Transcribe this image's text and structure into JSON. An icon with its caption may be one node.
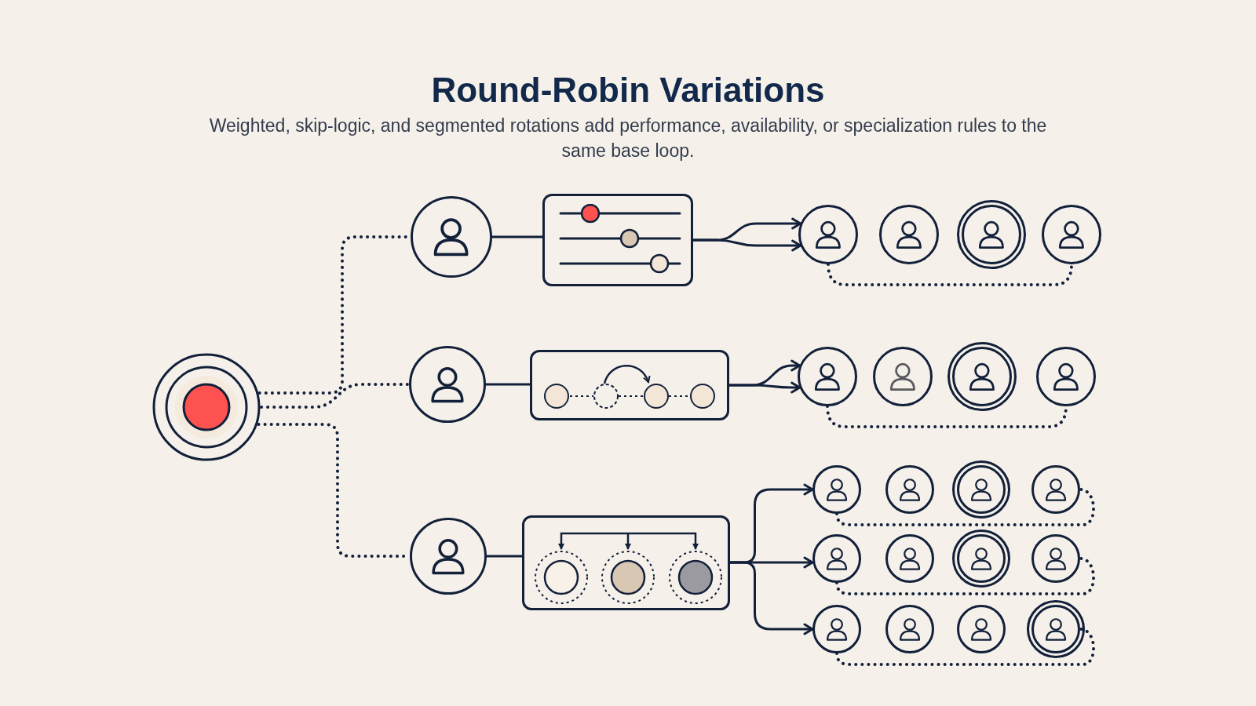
{
  "diagram": {
    "title": "Round-Robin Variations",
    "caption": "Weighted, skip-logic, and segmented rotations add performance, availability, or specialization rules to the same base loop.",
    "nodes": [
      {
        "text": [],
        "shape": "circle"
      },
      {
        "text": [],
        "shape": "person"
      },
      {
        "text": [],
        "shape": "person"
      },
      {
        "text": [],
        "shape": "person"
      },
      {
        "text": [],
        "shape": "box"
      },
      {
        "text": [],
        "shape": "box"
      },
      {
        "text": [],
        "shape": "box"
      },
      {
        "text": [],
        "shape": "person"
      },
      {
        "text": [],
        "shape": "person"
      },
      {
        "text": [],
        "shape": "person"
      },
      {
        "text": [],
        "shape": "person"
      },
      {
        "text": [],
        "shape": "person"
      },
      {
        "text": [],
        "shape": "person"
      },
      {
        "text": [],
        "shape": "person"
      },
      {
        "text": [],
        "shape": "person"
      },
      {
        "text": [],
        "shape": "person"
      },
      {
        "text": [],
        "shape": "person"
      },
      {
        "text": [],
        "shape": "person"
      },
      {
        "text": [],
        "shape": "person"
      },
      {
        "text": [],
        "shape": "person"
      },
      {
        "text": [],
        "shape": "person"
      },
      {
        "text": [],
        "shape": "person"
      },
      {
        "text": [],
        "shape": "person"
      },
      {
        "text": [],
        "shape": "person"
      },
      {
        "text": [],
        "shape": "person"
      },
      {
        "text": [],
        "shape": "person"
      },
      {
        "text": [],
        "shape": "person"
      }
    ],
    "edges": [
      {
        "from": 0,
        "to": 1,
        "arrow": "none",
        "style": "dashed"
      },
      {
        "from": 0,
        "to": 2,
        "arrow": "none",
        "style": "dashed"
      },
      {
        "from": 0,
        "to": 3,
        "arrow": "none",
        "style": "dashed"
      },
      {
        "from": 1,
        "to": 4,
        "arrow": "none"
      },
      {
        "from": 2,
        "to": 5,
        "arrow": "none"
      },
      {
        "from": 3,
        "to": 6,
        "arrow": "none"
      },
      {
        "from": 4,
        "to": 7,
        "arrow": "to"
      },
      {
        "from": 4,
        "to": 7,
        "arrow": "to"
      },
      {
        "from": 5,
        "to": 11,
        "arrow": "to"
      },
      {
        "from": 5,
        "to": 11,
        "arrow": "to"
      },
      {
        "from": 6,
        "to": 15,
        "arrow": "to"
      },
      {
        "from": 6,
        "to": 19,
        "arrow": "to"
      },
      {
        "from": 6,
        "to": 23,
        "arrow": "to"
      },
      {
        "from": 7,
        "to": 10,
        "arrow": "none",
        "style": "dashed"
      },
      {
        "from": 11,
        "to": 14,
        "arrow": "none",
        "style": "dashed"
      },
      {
        "from": 15,
        "to": 18,
        "arrow": "none",
        "style": "dashed"
      },
      {
        "from": 19,
        "to": 22,
        "arrow": "none",
        "style": "dashed"
      },
      {
        "from": 23,
        "to": 26,
        "arrow": "none",
        "style": "dashed"
      }
    ]
  }
}
